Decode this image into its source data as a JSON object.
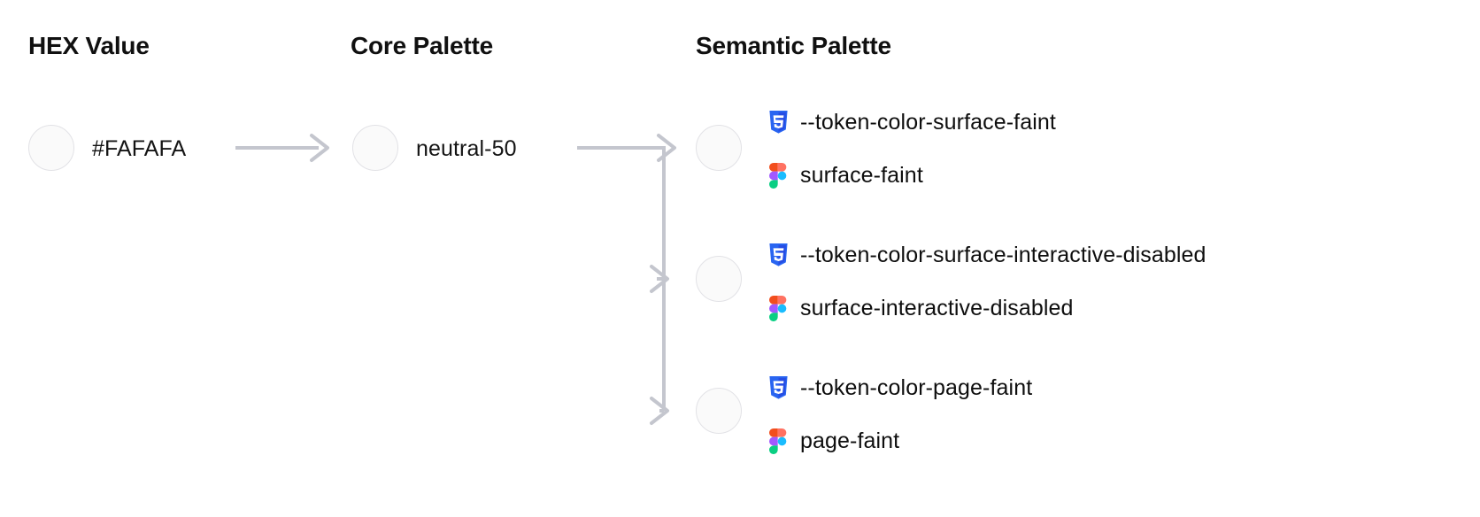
{
  "diagram": {
    "type": "design-token-mapping-flow",
    "columns": [
      {
        "id": "hex",
        "heading": "HEX Value"
      },
      {
        "id": "core",
        "heading": "Core Palette"
      },
      {
        "id": "semantic",
        "heading": "Semantic Palette"
      }
    ],
    "hex": {
      "swatch_color": "#FAFAFA",
      "label": "#FAFAFA"
    },
    "core": {
      "swatch_color": "#FAFAFA",
      "label": "neutral-50"
    },
    "semantic": {
      "swatch_color": "#FAFAFA",
      "items": [
        {
          "swatch_color": "#FAFAFA",
          "css_icon": "css3-icon",
          "css_token": "--token-color-surface-faint",
          "figma_icon": "figma-icon",
          "figma_token": "surface-faint"
        },
        {
          "swatch_color": "#FAFAFA",
          "css_icon": "css3-icon",
          "css_token": "--token-color-surface-interactive-disabled",
          "figma_icon": "figma-icon",
          "figma_token": "surface-interactive-disabled"
        },
        {
          "swatch_color": "#FAFAFA",
          "css_icon": "css3-icon",
          "css_token": "--token-color-page-faint",
          "figma_icon": "figma-icon",
          "figma_token": "page-faint"
        }
      ]
    },
    "colors": {
      "background": "#FFFFFF",
      "text": "#101010",
      "swatch_border": "#E2E2E6",
      "connector": "#C4C6CE",
      "css_icon_blue": "#2965F1",
      "css_icon_blue_dark": "#264DE4",
      "figma_orange": "#F24E1E",
      "figma_red": "#FF7262",
      "figma_purple": "#A259FF",
      "figma_blue": "#1ABCFE",
      "figma_green": "#0ACF83"
    }
  }
}
